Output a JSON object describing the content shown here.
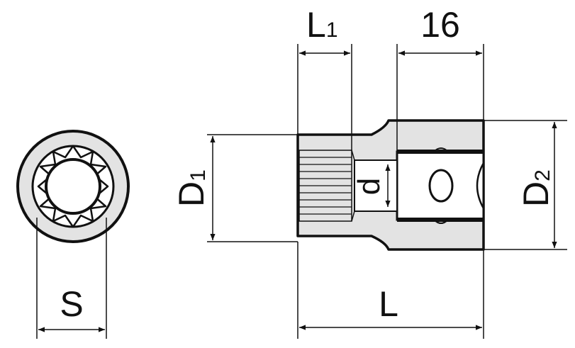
{
  "labels": {
    "s": "S",
    "l": "L",
    "l1_main": "L",
    "l1_sub": "1",
    "d1_main": "D",
    "d1_sub": "1",
    "d2_main": "D",
    "d2_sub": "2",
    "d_small": "d",
    "dim_16": "16"
  },
  "colors": {
    "line": "#111111",
    "body_fill": "#e3e3e3",
    "background": "#ffffff"
  }
}
